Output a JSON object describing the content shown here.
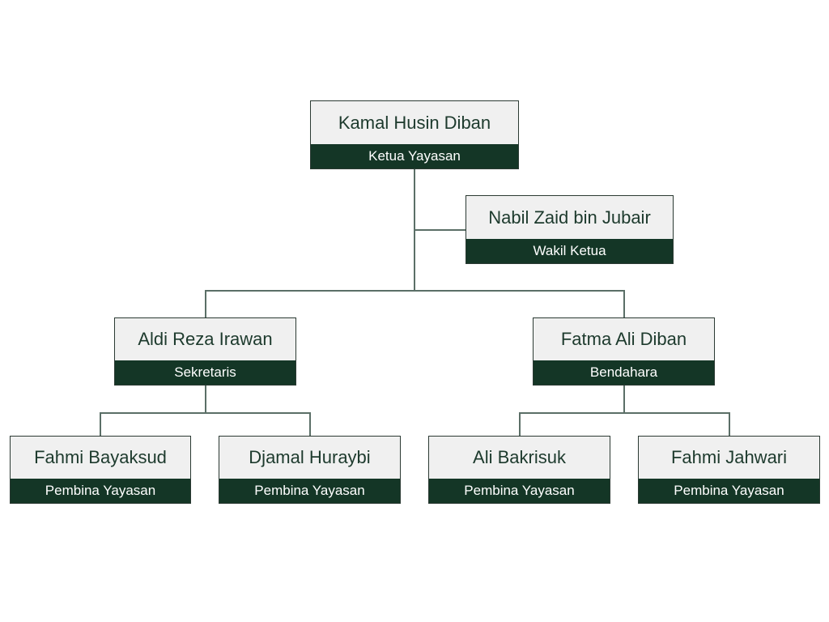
{
  "chart": {
    "root": {
      "name": "Kamal Husin Diban",
      "role": "Ketua Yayasan"
    },
    "deputy": {
      "name": "Nabil Zaid bin Jubair",
      "role": "Wakil Ketua"
    },
    "secretary": {
      "name": "Aldi Reza Irawan",
      "role": "Sekretaris"
    },
    "treasurer": {
      "name": "Fatma Ali Diban",
      "role": "Bendahara"
    },
    "members": [
      {
        "name": "Fahmi Bayaksud",
        "role": "Pembina Yayasan"
      },
      {
        "name": "Djamal Huraybi",
        "role": "Pembina Yayasan"
      },
      {
        "name": "Ali Bakrisuk",
        "role": "Pembina Yayasan"
      },
      {
        "name": "Fahmi Jahwari",
        "role": "Pembina Yayasan"
      }
    ]
  },
  "colors": {
    "box_bg": "#f0f0f0",
    "role_bg": "#143626",
    "connector": "#5b6f67",
    "name_text": "#1d3a2d"
  }
}
